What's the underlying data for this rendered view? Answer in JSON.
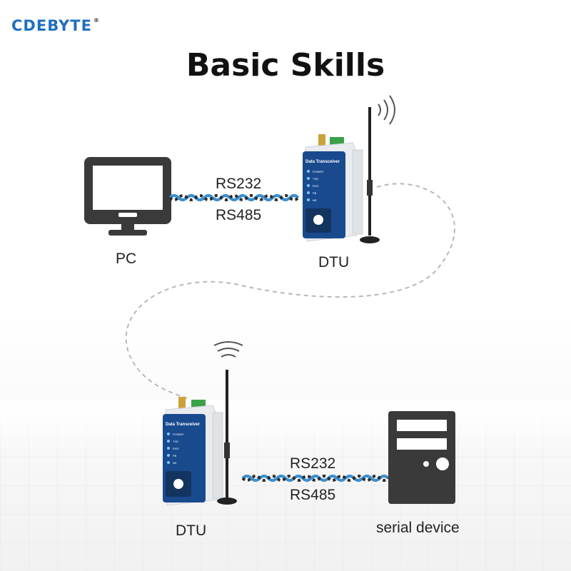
{
  "brand": {
    "name": "CDEBYTE",
    "mark": "®"
  },
  "title": "Basic Skills",
  "nodes": {
    "pc": "PC",
    "dtu_top": "DTU",
    "dtu_bottom": "DTU",
    "serial_device": "serial device"
  },
  "links": {
    "top": {
      "upper": "RS232",
      "lower": "RS485"
    },
    "bottom": {
      "upper": "RS232",
      "lower": "RS485"
    }
  },
  "device": {
    "panel_title": "Data Transceiver",
    "leds": [
      "POWER",
      "TXD",
      "RXD",
      "PB",
      "NE"
    ]
  },
  "colors": {
    "brand": "#1f6fc0",
    "panel": "#1a4a8e",
    "cable_blue": "#3b8fd0",
    "cable_dark": "#2a2a2a",
    "icon": "#3a3a3a"
  }
}
